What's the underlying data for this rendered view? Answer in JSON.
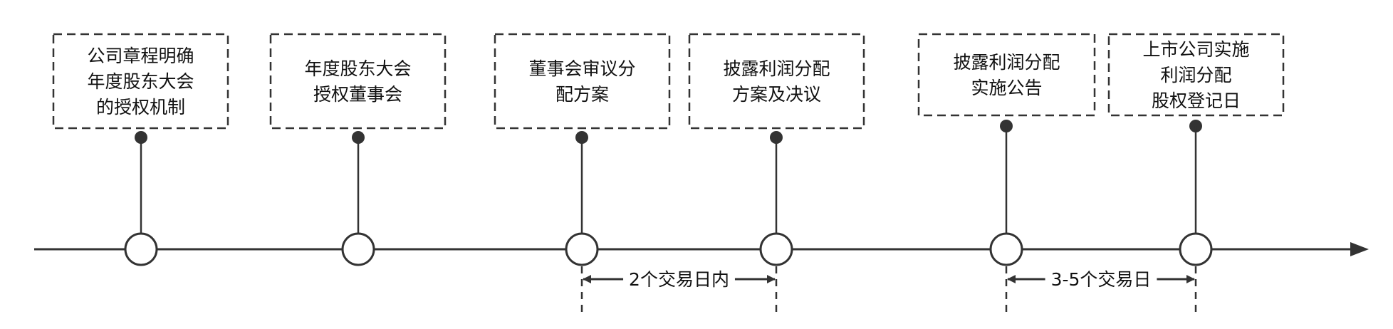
{
  "colors": {
    "line": "#333333",
    "text": "#111111",
    "background": "#ffffff"
  },
  "events": [
    {
      "id": "e1",
      "lines": [
        "公司章程明确",
        "年度股东大会",
        "的授权机制"
      ]
    },
    {
      "id": "e2",
      "lines": [
        "年度股东大会",
        "授权董事会"
      ]
    },
    {
      "id": "e3",
      "lines": [
        "董事会审议分",
        "配方案"
      ]
    },
    {
      "id": "e4",
      "lines": [
        "披露利润分配",
        "方案及决议"
      ]
    },
    {
      "id": "e5",
      "lines": [
        "披露利润分配",
        "实施公告"
      ]
    },
    {
      "id": "e6",
      "lines": [
        "上市公司实施",
        "利润分配",
        "股权登记日"
      ]
    }
  ],
  "spans": [
    {
      "from": "e3",
      "to": "e4",
      "label": "2个交易日内"
    },
    {
      "from": "e5",
      "to": "e6",
      "label": "3-5个交易日"
    }
  ],
  "icons": {
    "timeline_arrow": "arrow-right-icon",
    "event_node": "circle-node-icon",
    "connector_dot": "dot-icon"
  }
}
